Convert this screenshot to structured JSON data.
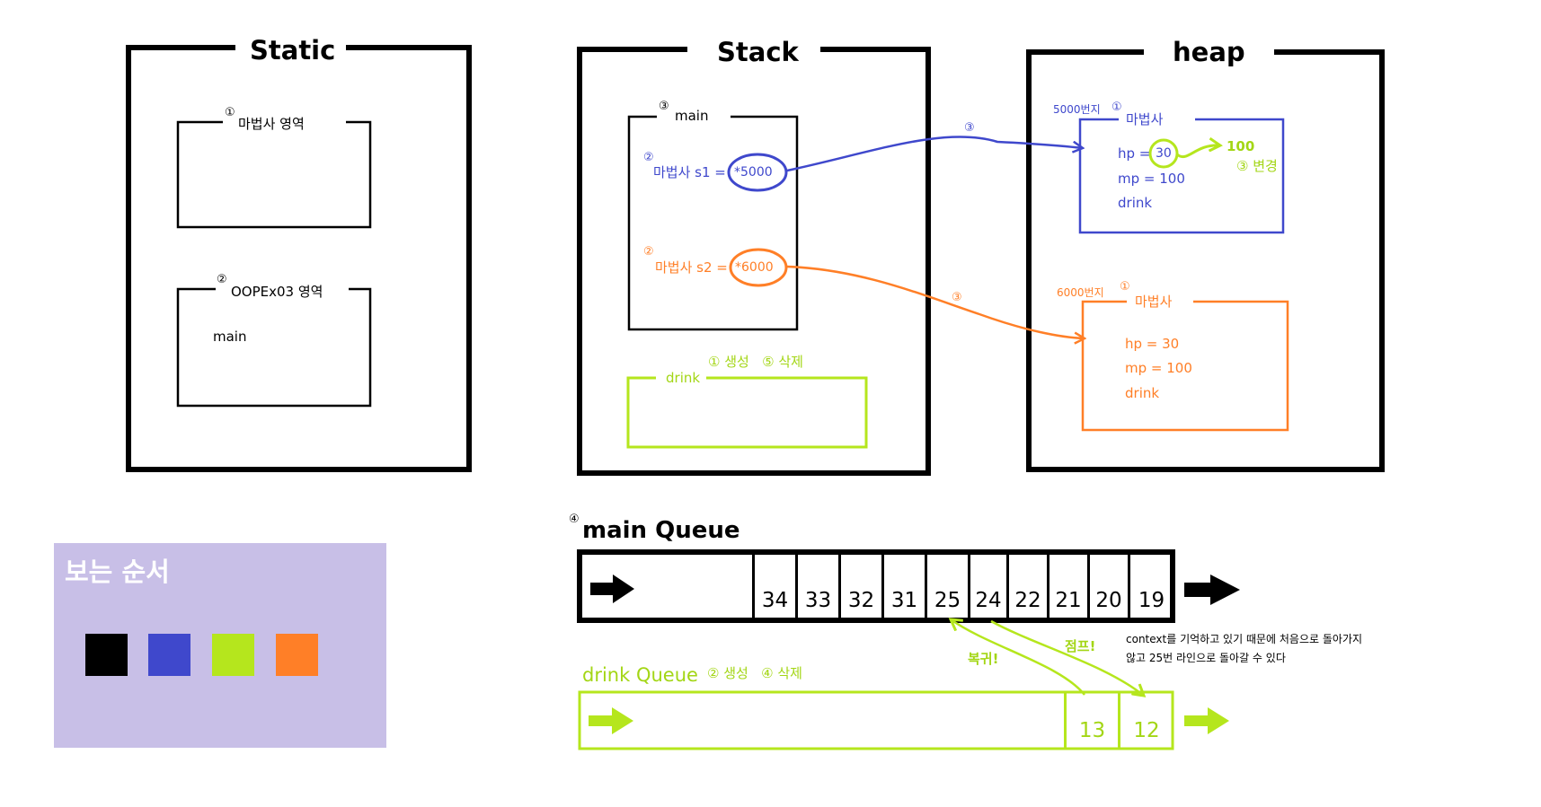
{
  "static_area": {
    "title": "Static",
    "wizard_area": {
      "num": "①",
      "label": "마법사 영역"
    },
    "class_area": {
      "num": "②",
      "label": "OOPEx03 영역",
      "content": "main"
    }
  },
  "stack_area": {
    "title": "Stack",
    "main_frame": {
      "num": "③",
      "label": "main",
      "s1": {
        "num": "②",
        "label": "마법사 s1 =",
        "ref": "*5000"
      },
      "s2": {
        "num": "②",
        "label": "마법사 s2 =",
        "ref": "*6000"
      }
    },
    "drink_frame": {
      "label": "drink",
      "note": "① 생성   ⑤ 삭제"
    }
  },
  "heap_area": {
    "title": "heap",
    "obj1": {
      "address": "5000번지",
      "num": "①",
      "label": "마법사",
      "hp_label": "hp =",
      "hp_value": "30",
      "new_value": "100",
      "change_note": "③ 변경",
      "mp": "mp = 100",
      "drink": "drink"
    },
    "obj2": {
      "address": "6000번지",
      "num": "①",
      "label": "마법사",
      "hp": "hp = 30",
      "mp": "mp = 100",
      "drink": "drink"
    }
  },
  "arrow_labels": {
    "ref1": "③",
    "ref2": "③"
  },
  "main_queue": {
    "num": "④",
    "title": "main Queue",
    "cells": [
      "34",
      "33",
      "32",
      "31",
      "25",
      "24",
      "22",
      "21",
      "20",
      "19"
    ]
  },
  "drink_queue": {
    "title": "drink Queue",
    "note": "② 생성   ④ 삭제",
    "cells": [
      "13",
      "12"
    ]
  },
  "annotations": {
    "return": "복귀!",
    "jump": "점프!",
    "context_line1": "context를 기억하고 있기 때문에 처음으로 돌아가지",
    "context_line2": "않고 25번 라인으로 돌아갈 수 있다"
  },
  "legend": {
    "title": "보는 순서",
    "colors": [
      "#000000",
      "#3f48cc",
      "#b5e61d",
      "#ff7f27"
    ]
  }
}
